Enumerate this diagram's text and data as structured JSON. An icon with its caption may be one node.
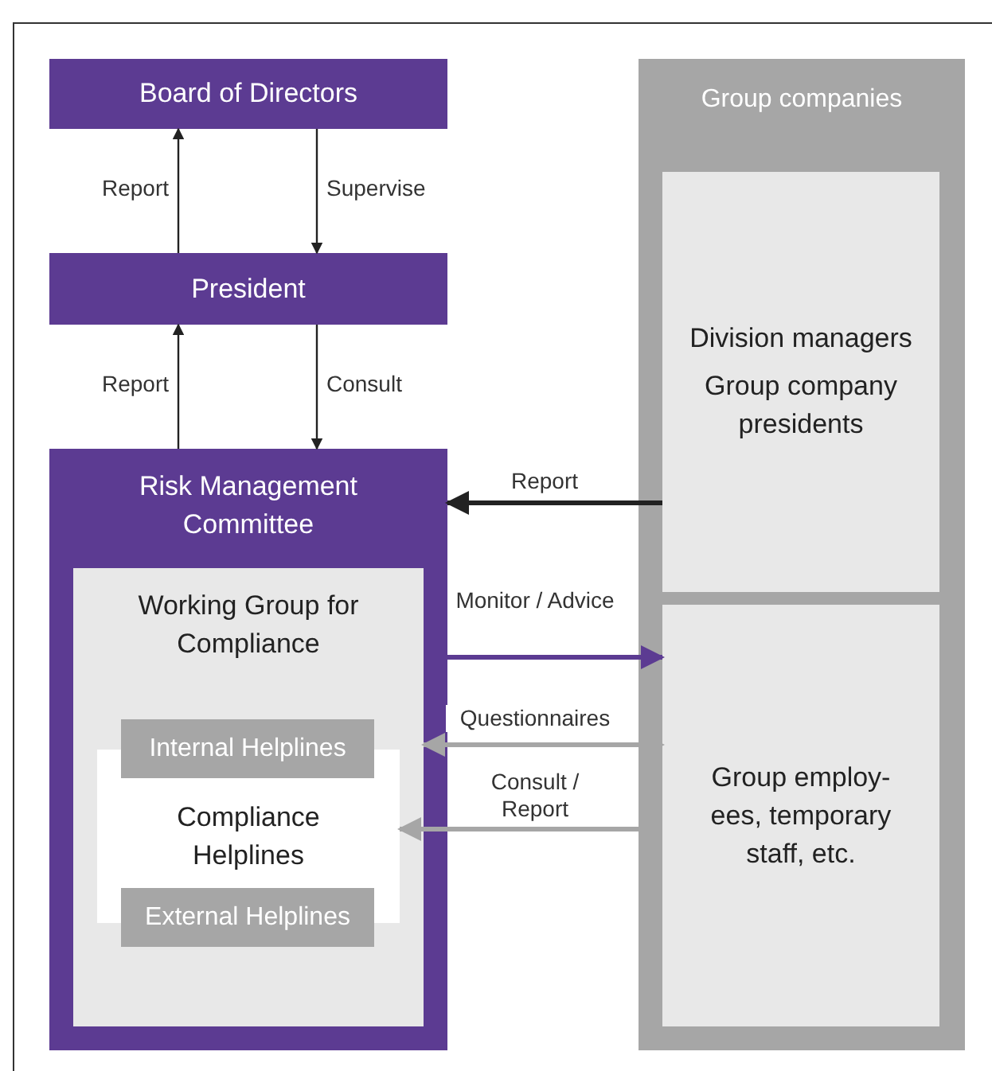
{
  "diagram": {
    "nodes": [
      {
        "text": [
          "Board of Directors"
        ]
      },
      {
        "text": [
          "President"
        ]
      },
      {
        "text": [
          "Risk Management Committee"
        ]
      },
      {
        "text": [
          "Working Group for Compliance"
        ],
        "in": 2
      },
      {
        "text": [
          "Internal Helplines"
        ],
        "in": 3
      },
      {
        "text": [
          "Compliance Helplines"
        ],
        "in": 3
      },
      {
        "text": [
          "External Helplines"
        ],
        "in": 3
      },
      {
        "text": [
          "Group companies"
        ]
      },
      {
        "text": [
          "Division managers",
          "Group company presidents"
        ],
        "in": 7
      },
      {
        "text": [
          "Group employ-ees, temporary staff, etc."
        ],
        "in": 7
      }
    ],
    "edges": [
      {
        "from": 1,
        "to": 0,
        "arrow": "to",
        "label": "Report"
      },
      {
        "from": 0,
        "to": 1,
        "arrow": "to",
        "label": "Supervise"
      },
      {
        "from": 2,
        "to": 1,
        "arrow": "to",
        "label": "Report"
      },
      {
        "from": 1,
        "to": 2,
        "arrow": "to",
        "label": "Consult"
      },
      {
        "from": 8,
        "to": 2,
        "arrow": "to",
        "label": "Report",
        "style": "thick"
      },
      {
        "from": 3,
        "to": 9,
        "arrow": "to",
        "label": "Monitor / Advice",
        "color": "#5c3b92",
        "style": "thick"
      },
      {
        "from": 3,
        "to": 9,
        "arrow": "both",
        "label": "Questionnaires",
        "color": "#a6a6a6",
        "style": "thick"
      },
      {
        "from": 9,
        "to": 5,
        "arrow": "to",
        "label": "Consult / Report",
        "color": "#a6a6a6",
        "style": "thick"
      }
    ]
  }
}
